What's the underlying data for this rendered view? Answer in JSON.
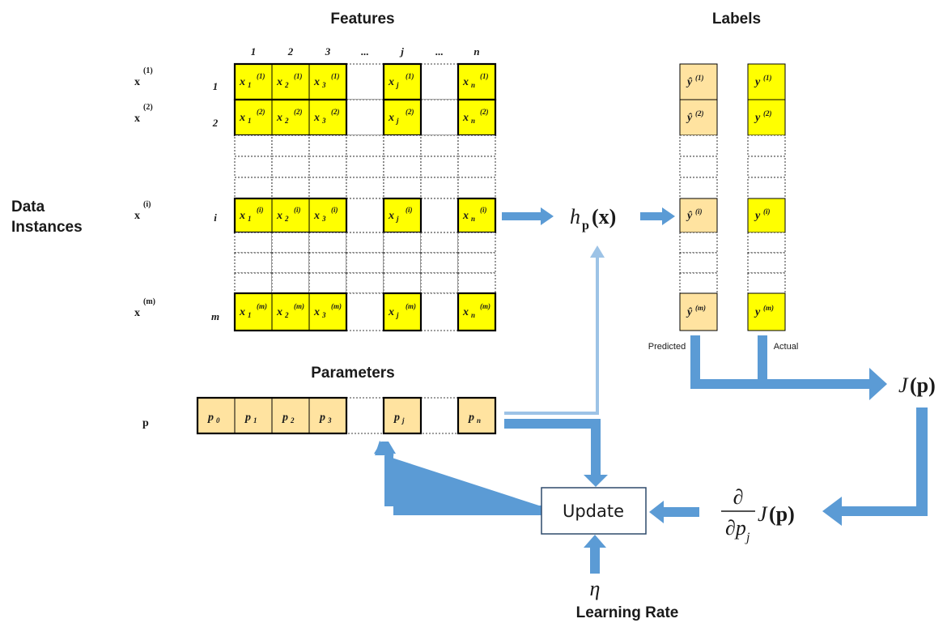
{
  "headers": {
    "features": "Features",
    "labels": "Labels",
    "parameters": "Parameters",
    "data_instances_line1": "Data",
    "data_instances_line2": "Instances",
    "learning_rate": "Learning Rate"
  },
  "column_headers": [
    "1",
    "2",
    "3",
    "...",
    "j",
    "...",
    "n"
  ],
  "instances": [
    {
      "label": "x",
      "sup": "(1)",
      "index": "1",
      "cell_sup": "(1)"
    },
    {
      "label": "x",
      "sup": "(2)",
      "index": "2",
      "cell_sup": "(2)"
    },
    {
      "label": "x",
      "sup": "(i)",
      "index": "i",
      "cell_sup": "(i)"
    },
    {
      "label": "x",
      "sup": "(m)",
      "index": "m",
      "cell_sup": "(m)"
    }
  ],
  "feature_cells": {
    "base": "x",
    "subscripts": [
      "1",
      "2",
      "3",
      "",
      "j",
      "",
      "n"
    ]
  },
  "labels_columns": {
    "predicted_caption": "Predicted",
    "actual_caption": "Actual",
    "predicted_base": "ŷ",
    "actual_base": "y"
  },
  "parameters": {
    "row_label": "p",
    "base": "p",
    "subscripts": [
      "0",
      "1",
      "2",
      "3",
      "",
      "j",
      "",
      "n"
    ]
  },
  "formulas": {
    "hypothesis_h": "h",
    "hypothesis_sub": "p",
    "hypothesis_arg": "(x)",
    "cost_J": "J",
    "cost_arg": "(p)",
    "partial": "∂",
    "partial_den": "∂p",
    "partial_den_sub": "j",
    "eta": "η"
  },
  "update_label": "Update",
  "colors": {
    "feature_fill": "#ffff00",
    "label_fill": "#ffe3a0",
    "arrow": "#5b9bd5",
    "arrow_light": "#9dc3e6"
  }
}
